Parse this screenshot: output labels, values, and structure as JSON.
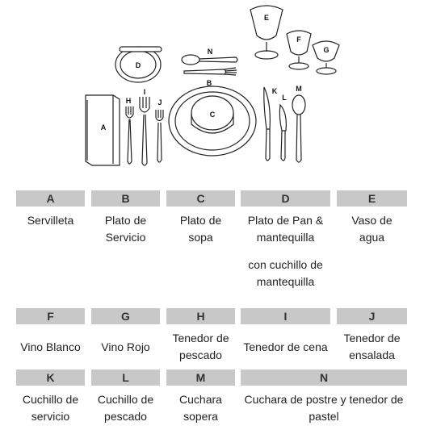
{
  "diagram": {
    "labels": {
      "A": "A",
      "B": "B",
      "C": "C",
      "D": "D",
      "E": "E",
      "F": "F",
      "G": "G",
      "H": "H",
      "I": "I",
      "J": "J",
      "K": "K",
      "L": "L",
      "M": "M",
      "N": "N"
    }
  },
  "table": {
    "row1": [
      {
        "letter": "A",
        "text": "Servilleta"
      },
      {
        "letter": "B",
        "text": "Plato de\nServicio"
      },
      {
        "letter": "C",
        "text": "Plato de\nsopa"
      },
      {
        "letter": "D",
        "text": "Plato de Pan &\nmantequilla",
        "extra": "con cuchillo de\nmantequilla"
      },
      {
        "letter": "E",
        "text": "Vaso de\nagua"
      }
    ],
    "row2": [
      {
        "letter": "F",
        "text": "Vino Blanco"
      },
      {
        "letter": "G",
        "text": "Vino Rojo"
      },
      {
        "letter": "H",
        "text": "Tenedor de\npescado"
      },
      {
        "letter": "I",
        "text": "Tenedor de cena"
      },
      {
        "letter": "J",
        "text": "Tenedor de\nensalada"
      }
    ],
    "row3": [
      {
        "letter": "K",
        "text": "Cuchillo de\nservicio"
      },
      {
        "letter": "L",
        "text": "Cuchillo de\npescado"
      },
      {
        "letter": "M",
        "text": "Cuchara\nsopera"
      },
      {
        "letter": "N",
        "text": "Cuchara de postre y tenedor de\npastel"
      }
    ]
  }
}
